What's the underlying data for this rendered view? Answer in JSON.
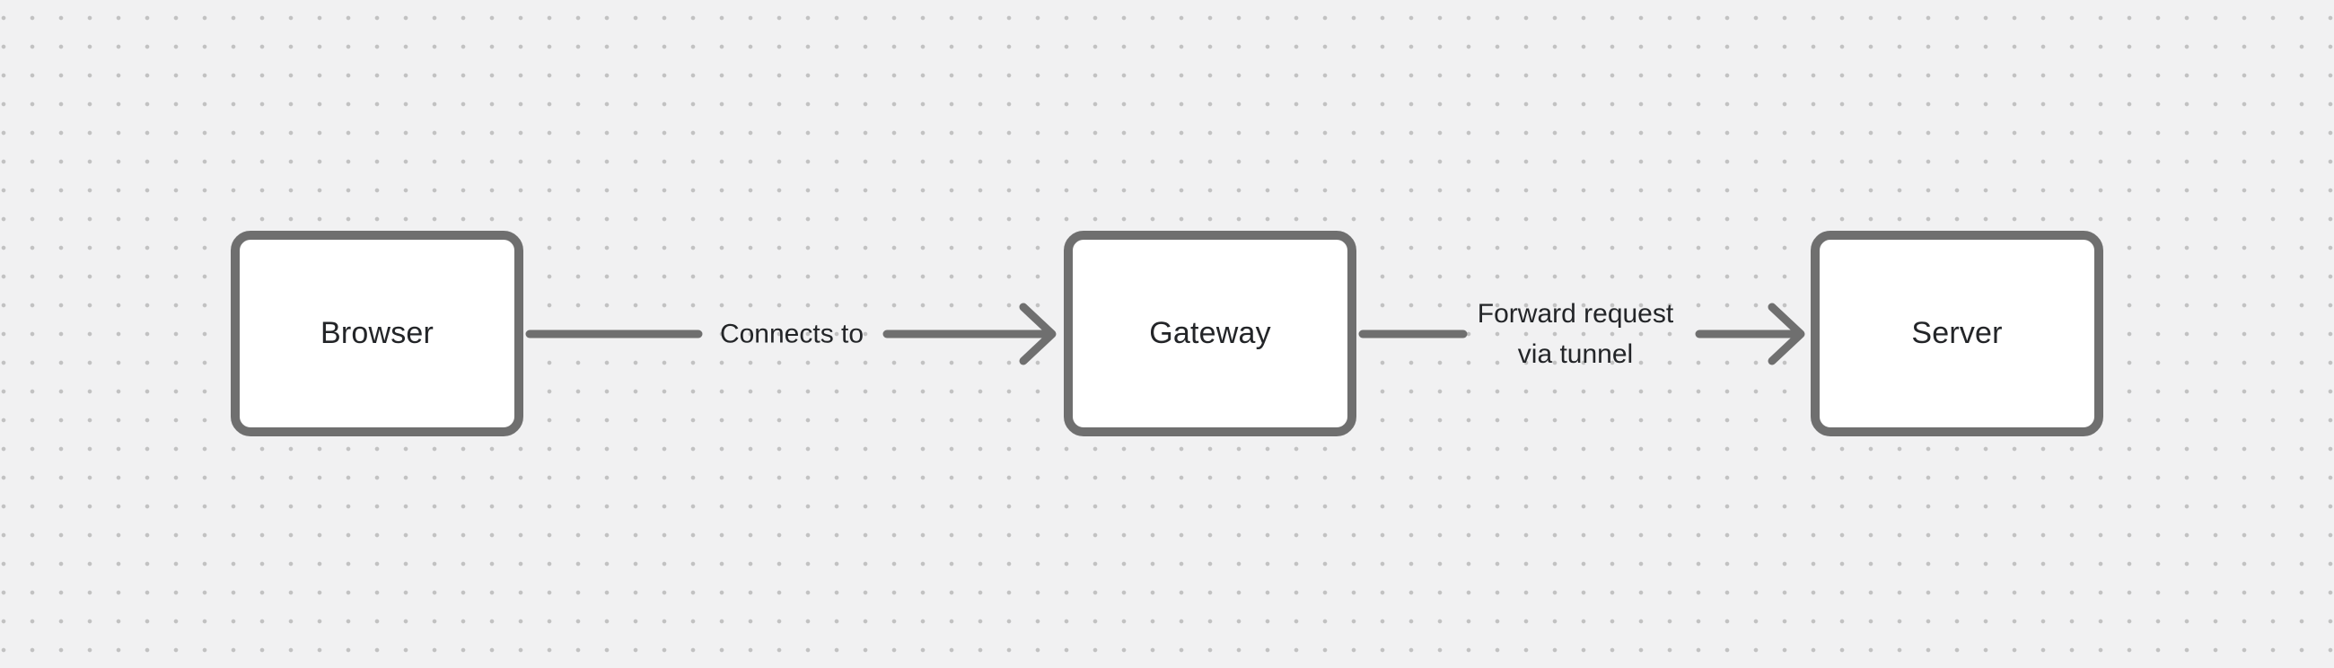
{
  "diagram": {
    "background_color": "#f1f1f2",
    "dot_color": "#c2c2c2",
    "stroke_color": "#6f6f6f",
    "node_fill_color": "#ffffff",
    "text_color": "#232528",
    "nodes": [
      {
        "id": "browser",
        "label": "Browser"
      },
      {
        "id": "gateway",
        "label": "Gateway"
      },
      {
        "id": "server",
        "label": "Server"
      }
    ],
    "edges": [
      {
        "from": "browser",
        "to": "gateway",
        "label": "Connects to"
      },
      {
        "from": "gateway",
        "to": "server",
        "label_lines": [
          "Forward request",
          "via tunnel"
        ]
      }
    ]
  }
}
